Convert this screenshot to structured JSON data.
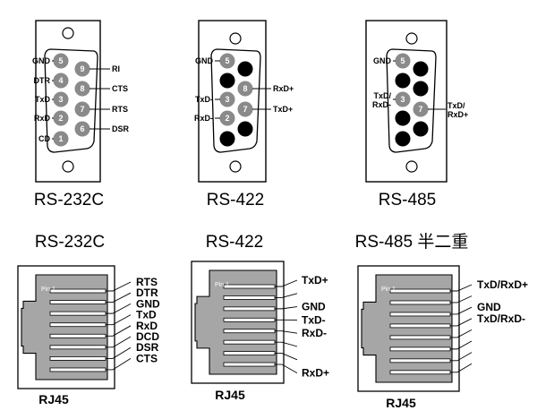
{
  "colors": {
    "pin_gray": "#8a8a8a",
    "pin_black": "#000000",
    "rj_body": "#a6a6a6",
    "line": "#000000",
    "background": "#ffffff"
  },
  "db9": [
    {
      "caption": "RS-232C",
      "pins_top": [
        {
          "num": "5",
          "label": "GND"
        },
        {
          "num": "4",
          "label": "DTR"
        },
        {
          "num": "3",
          "label": "TxD"
        },
        {
          "num": "2",
          "label": "RxD"
        },
        {
          "num": "1",
          "label": "CD"
        }
      ],
      "pins_bottom": [
        {
          "num": "9",
          "label": "RI"
        },
        {
          "num": "8",
          "label": "CTS"
        },
        {
          "num": "7",
          "label": "RTS"
        },
        {
          "num": "6",
          "label": "DSR"
        }
      ]
    },
    {
      "caption": "RS-422",
      "pins_top": [
        {
          "num": "5",
          "label": "GND"
        },
        {
          "num": "",
          "label": ""
        },
        {
          "num": "3",
          "label": "TxD-"
        },
        {
          "num": "2",
          "label": "RxD-"
        },
        {
          "num": "",
          "label": ""
        }
      ],
      "pins_bottom": [
        {
          "num": "",
          "label": ""
        },
        {
          "num": "8",
          "label": "RxD+"
        },
        {
          "num": "7",
          "label": "TxD+"
        },
        {
          "num": "",
          "label": ""
        }
      ]
    },
    {
      "caption": "RS-485",
      "pins_top": [
        {
          "num": "5",
          "label": "GND"
        },
        {
          "num": "",
          "label": ""
        },
        {
          "num": "3",
          "label": "TxD/ RxD-"
        },
        {
          "num": "",
          "label": ""
        },
        {
          "num": "",
          "label": ""
        }
      ],
      "pins_bottom": [
        {
          "num": "",
          "label": ""
        },
        {
          "num": "",
          "label": ""
        },
        {
          "num": "7",
          "label": "TxD/ RxD+"
        },
        {
          "num": "",
          "label": ""
        }
      ]
    }
  ],
  "rj45": [
    {
      "title": "RS-232C",
      "pin_label": "Pin 1",
      "caption": "RJ45",
      "pins": [
        "RTS",
        "DTR",
        "GND",
        "TxD",
        "RxD",
        "DCD",
        "DSR",
        "CTS"
      ]
    },
    {
      "title": "RS-422",
      "pin_label": "Pin 1",
      "caption": "RJ45",
      "pins": [
        "TxD+",
        "",
        "GND",
        "TxD-",
        "RxD-",
        "",
        "",
        "RxD+"
      ]
    },
    {
      "title": "RS-485 半二重",
      "pin_label": "Pin 1",
      "caption": "RJ45",
      "pins": [
        "TxD/RxD+",
        "",
        "GND",
        "TxD/RxD-",
        "",
        "",
        "",
        ""
      ]
    }
  ]
}
